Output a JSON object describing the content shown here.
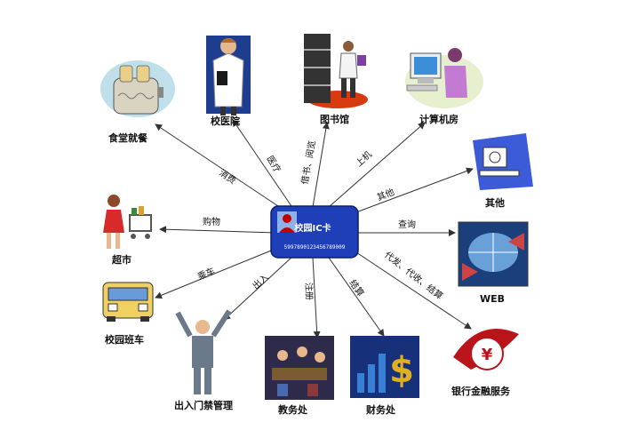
{
  "center": {
    "title": "校园IC卡",
    "number": "5997890123456789009",
    "color": "#1f3fb8",
    "icon": "person-avatar-icon"
  },
  "nodes": [
    {
      "id": "canteen",
      "label": "食堂就餐",
      "edge": "消费",
      "icon": "toaster-icon"
    },
    {
      "id": "clinic",
      "label": "校医院",
      "edge": "医疗",
      "icon": "doctor-icon"
    },
    {
      "id": "library",
      "label": "图书馆",
      "edge": "借书、阅览",
      "icon": "bookshelf-icon"
    },
    {
      "id": "computer-lab",
      "label": "计算机房",
      "edge": "上机",
      "icon": "computer-user-icon"
    },
    {
      "id": "other",
      "label": "其他",
      "edge": "其他",
      "icon": "computer-icon"
    },
    {
      "id": "web",
      "label": "WEB",
      "edge": "查询",
      "icon": "web-globe-icon"
    },
    {
      "id": "bank",
      "label": "银行金融服务",
      "edge": "代发、代收、结算",
      "icon": "yen-coin-icon"
    },
    {
      "id": "finance",
      "label": "财务处",
      "edge": "结算",
      "icon": "finance-chart-icon"
    },
    {
      "id": "academic",
      "label": "教务处",
      "edge": "注册",
      "icon": "meeting-icon"
    },
    {
      "id": "access",
      "label": "出入门禁管理",
      "edge": "出入",
      "icon": "guard-icon"
    },
    {
      "id": "bus",
      "label": "校园班车",
      "edge": "乘车",
      "icon": "bus-icon"
    },
    {
      "id": "supermarket",
      "label": "超市",
      "edge": "购物",
      "icon": "shopper-icon"
    }
  ]
}
